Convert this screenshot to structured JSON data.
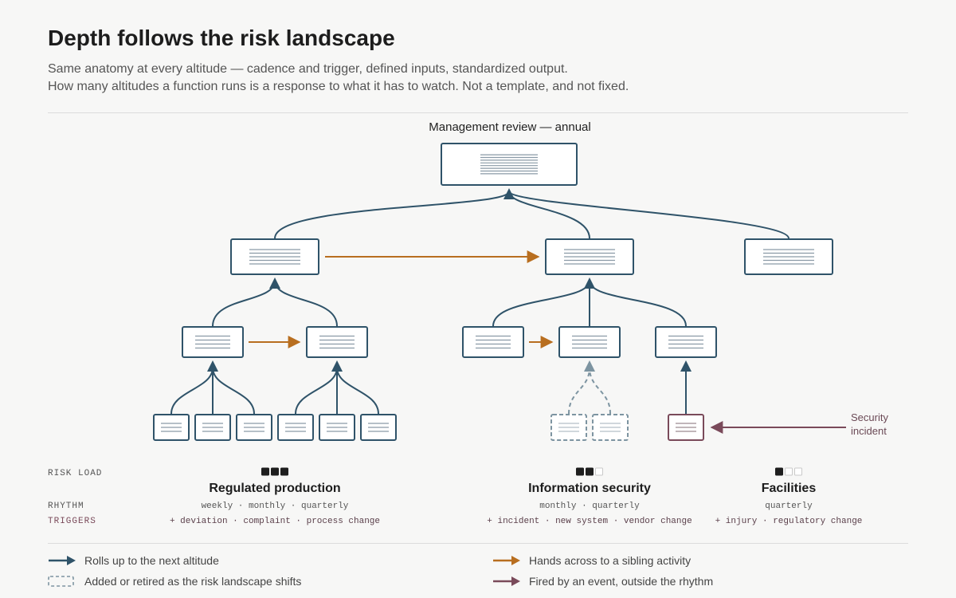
{
  "header": {
    "title": "Depth follows the risk landscape",
    "subtitle_line1": "Same anatomy at every altitude — cadence and trigger, defined inputs, standardized output.",
    "subtitle_line2": "How many altitudes a function runs is a response to what it has to watch. Not a template, and not fixed."
  },
  "diagram": {
    "top_label": "Management review — annual",
    "event_label_line1": "Security",
    "event_label_line2": "incident"
  },
  "row_labels": {
    "risk_load": "RISK LOAD",
    "rhythm": "RHYTHM",
    "triggers": "TRIGGERS"
  },
  "functions": [
    {
      "name": "Regulated production",
      "risk_load": 3,
      "rhythm": "weekly · monthly · quarterly",
      "triggers": "+ deviation · complaint · process change"
    },
    {
      "name": "Information security",
      "risk_load": 2,
      "rhythm": "monthly · quarterly",
      "triggers": "+ incident · new system · vendor change"
    },
    {
      "name": "Facilities",
      "risk_load": 1,
      "rhythm": "quarterly",
      "triggers": "+ injury · regulatory change"
    }
  ],
  "legend": {
    "rolls_up": "Rolls up to the next altitude",
    "added_retired": "Added or retired as the risk landscape shifts",
    "hands_across": "Hands across to a sibling activity",
    "fired_by_event": "Fired by an event, outside the rhythm"
  },
  "colors": {
    "navy": "#2f5369",
    "orange": "#b86e1f",
    "maroon": "#7a4a5a",
    "dashed": "#7d94a1",
    "dark_square": "#1e1e1e",
    "light_square": "#e0e0e0"
  }
}
